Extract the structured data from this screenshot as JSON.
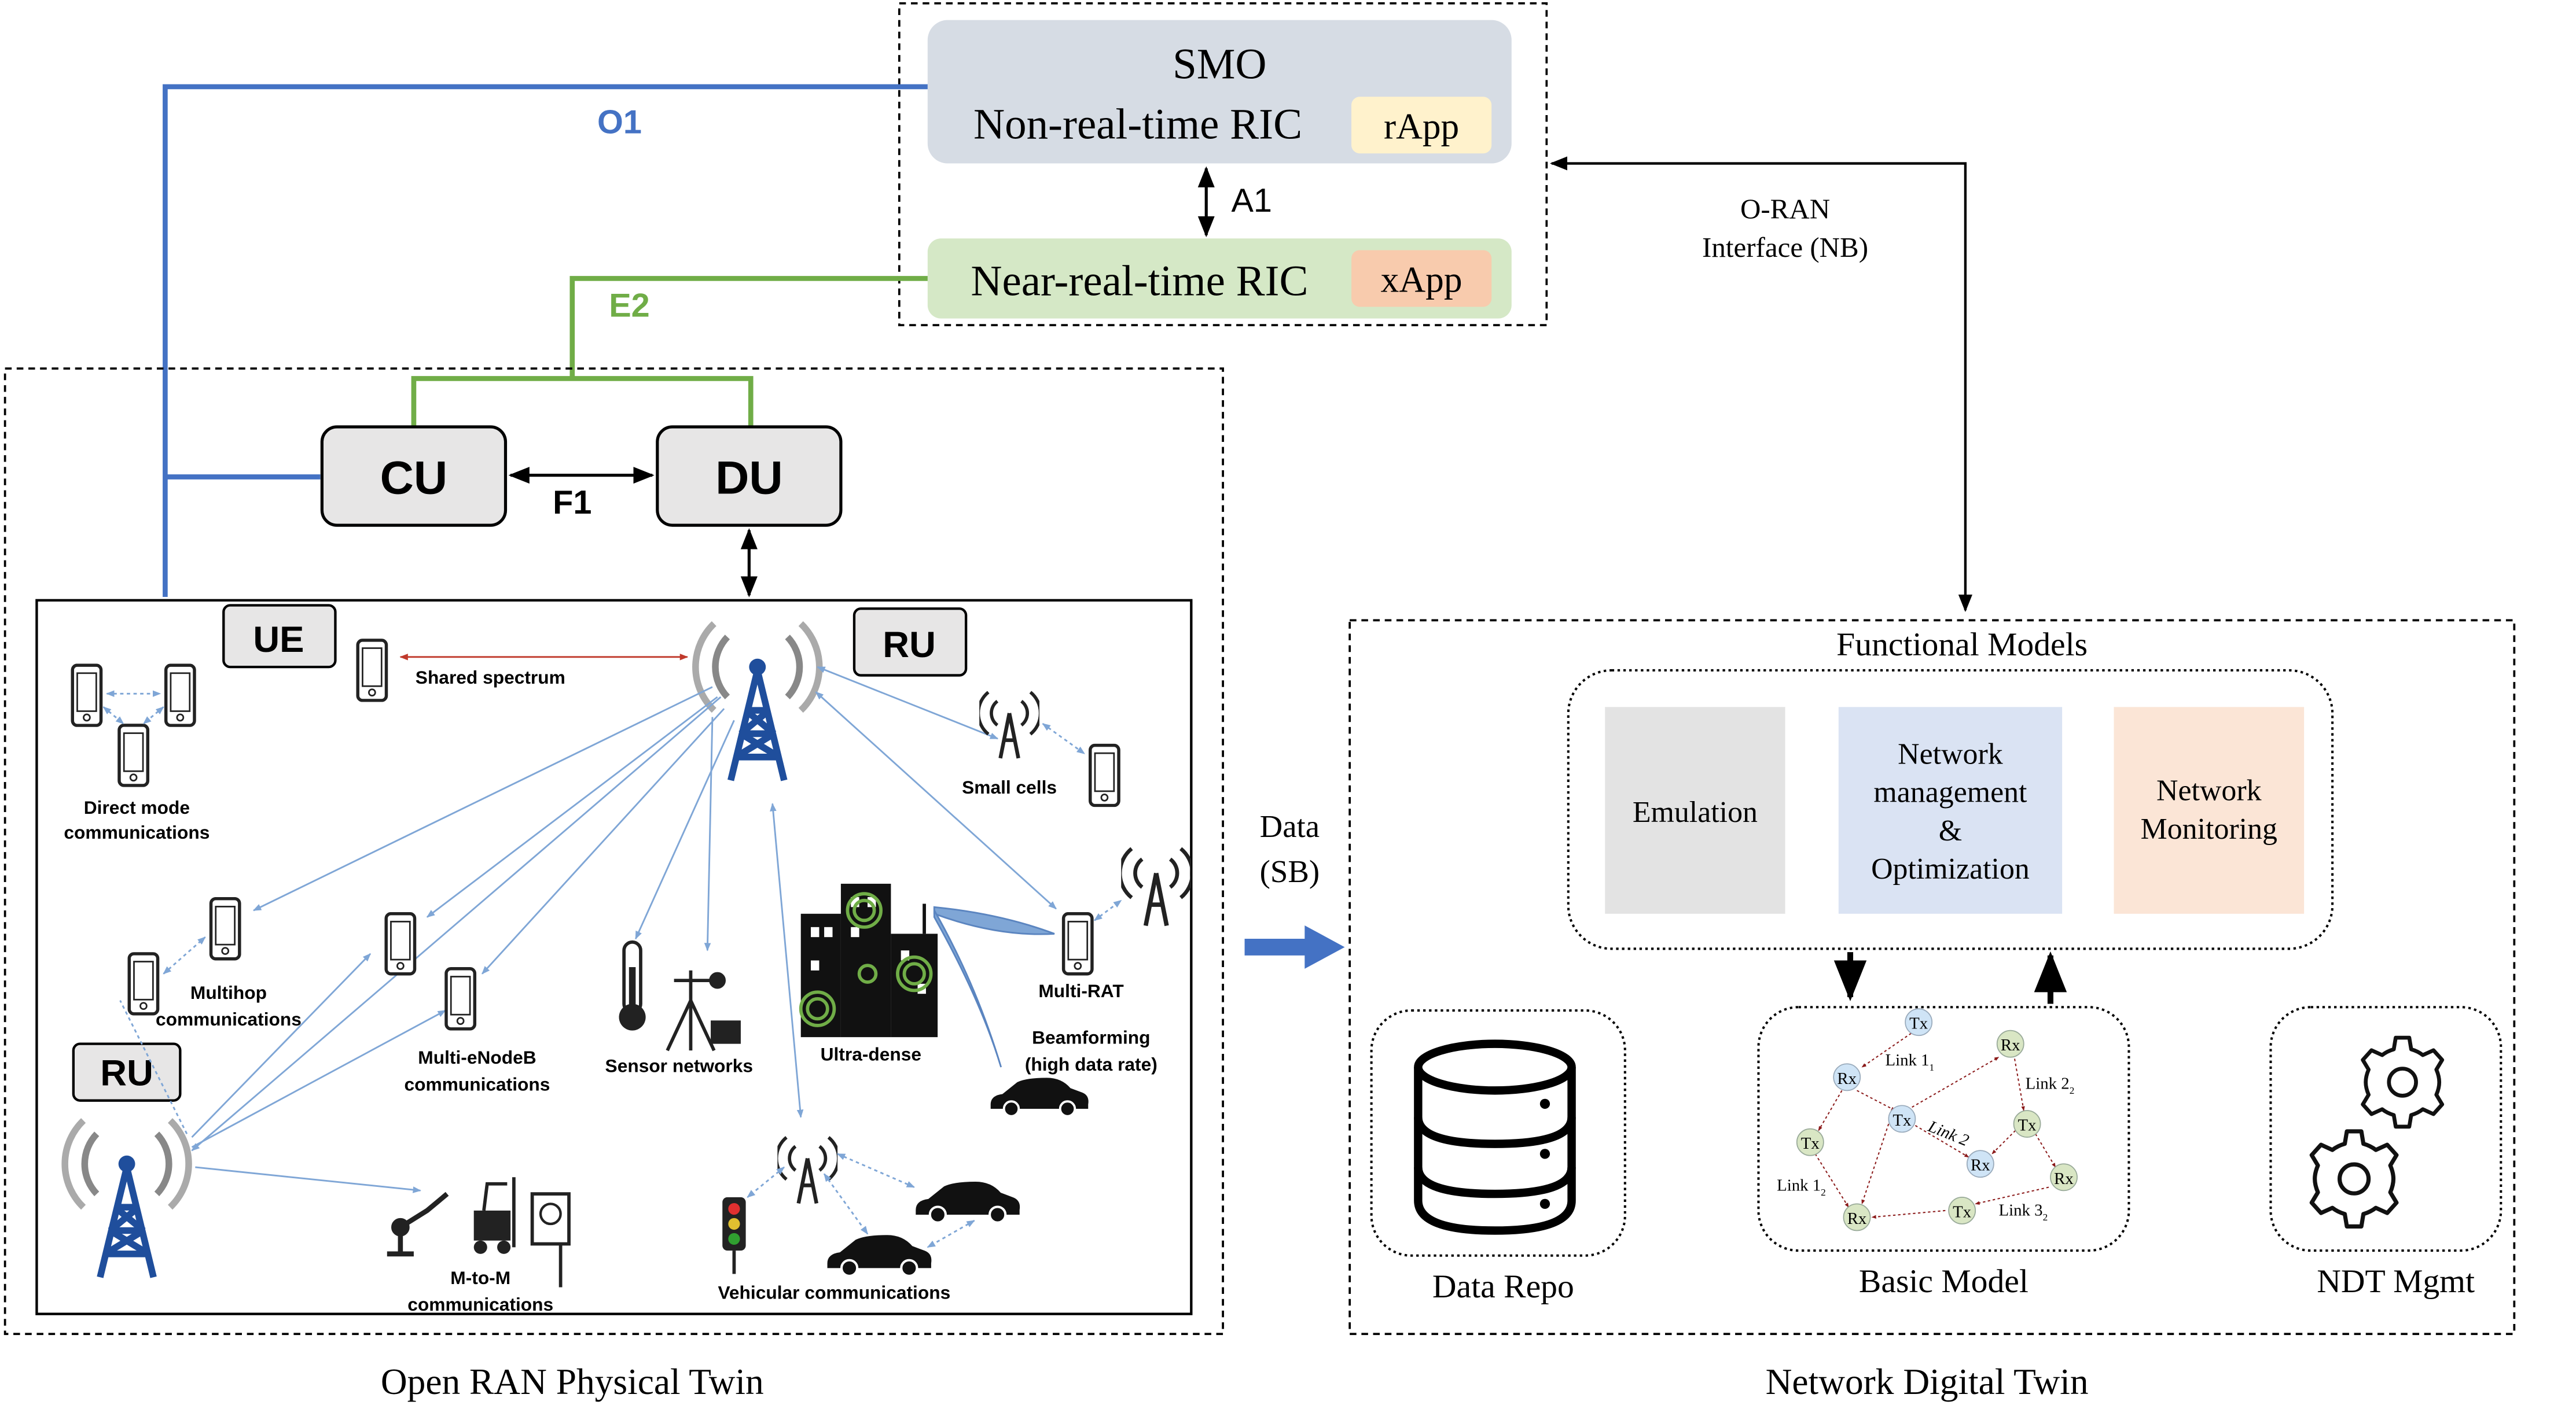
{
  "smo": {
    "title": "SMO",
    "non_rt_ric": "Non-real-time RIC",
    "rapp": "rApp",
    "near_rt_ric": "Near-real-time RIC",
    "xapp": "xApp"
  },
  "interfaces": {
    "o1": "O1",
    "e2": "E2",
    "a1": "A1",
    "f1": "F1",
    "oran_nb_line1": "O-RAN",
    "oran_nb_line2": "Interface (NB)",
    "data_line1": "Data",
    "data_line2": "(SB)"
  },
  "ran": {
    "cu": "CU",
    "du": "DU",
    "ue": "UE",
    "ru_top": "RU",
    "ru_left": "RU",
    "shared_spectrum": "Shared spectrum",
    "direct_mode_1": "Direct mode",
    "direct_mode_2": "communications",
    "small_cells": "Small cells",
    "multihop_1": "Multihop",
    "multihop_2": "communications",
    "multi_enodeb_1": "Multi-eNodeB",
    "multi_enodeb_2": "communications",
    "sensor_networks": "Sensor networks",
    "ultra_dense": "Ultra-dense",
    "multi_rat": "Multi-RAT",
    "beamforming_1": "Beamforming",
    "beamforming_2": "(high data rate)",
    "m2m_1": "M-to-M",
    "m2m_2": "communications",
    "vehicular": "Vehicular communications",
    "caption": "Open RAN Physical Twin"
  },
  "ndt": {
    "functional_models": "Functional Models",
    "emulation": "Emulation",
    "nmo_1": "Network",
    "nmo_2": "management",
    "nmo_3": "&",
    "nmo_4": "Optimization",
    "monitoring_1": "Network",
    "monitoring_2": "Monitoring",
    "data_repo": "Data Repo",
    "basic_model": "Basic Model",
    "ndt_mgmt": "NDT Mgmt",
    "caption": "Network Digital Twin"
  },
  "basic_model_graph": {
    "tx": "Tx",
    "rx": "Rx",
    "link1": "Link 1",
    "link1_sub": "1",
    "link12": "Link 1",
    "link12_sub": "2",
    "link2": "Link 2",
    "link22": "Link 2",
    "link22_sub": "2",
    "link3": "Link 3",
    "link3_sub": "2"
  },
  "colors": {
    "o1_blue": "#4472c4",
    "e2_green": "#70ad47",
    "smo_bg": "#d6dce4",
    "near_rt_bg": "#d5e8c6",
    "rapp_bg": "#fff2cc",
    "xapp_bg": "#f8cbad",
    "emulation_bg": "#e3e3e3",
    "nmo_bg": "#dae3f3",
    "monitoring_bg": "#fbe5d6",
    "link_blue": "#7fa6d6",
    "shared_red": "#c0392b",
    "tx_green": "#d9e6c4",
    "rx_blue": "#cfe4f6"
  }
}
